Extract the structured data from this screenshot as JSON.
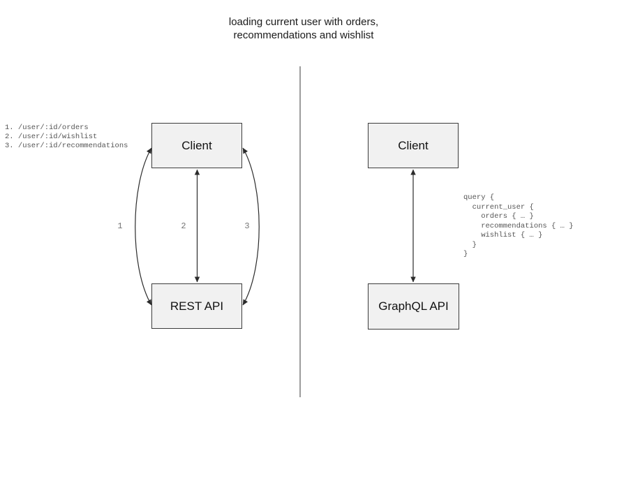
{
  "title": "loading current user with orders,\nrecommendations and wishlist",
  "colors": {
    "box_fill": "#f1f1f1",
    "box_border": "#3c3c3c",
    "line": "#2b2b2b",
    "divider": "#666666",
    "code_text": "#555555",
    "muted_text": "#757575"
  },
  "left_panel": {
    "endpoints": [
      "1. /user/:id/orders",
      "2. /user/:id/wishlist",
      "3. /user/:id/recommendations"
    ],
    "client_label": "Client",
    "api_label": "REST API",
    "arrow_labels": [
      "1",
      "2",
      "3"
    ]
  },
  "right_panel": {
    "client_label": "Client",
    "api_label": "GraphQL API",
    "query_lines": [
      "query {",
      "  current_user {",
      "    orders { … }",
      "    recommendations { … }",
      "    wishlist { … }",
      "  }",
      "}"
    ]
  }
}
